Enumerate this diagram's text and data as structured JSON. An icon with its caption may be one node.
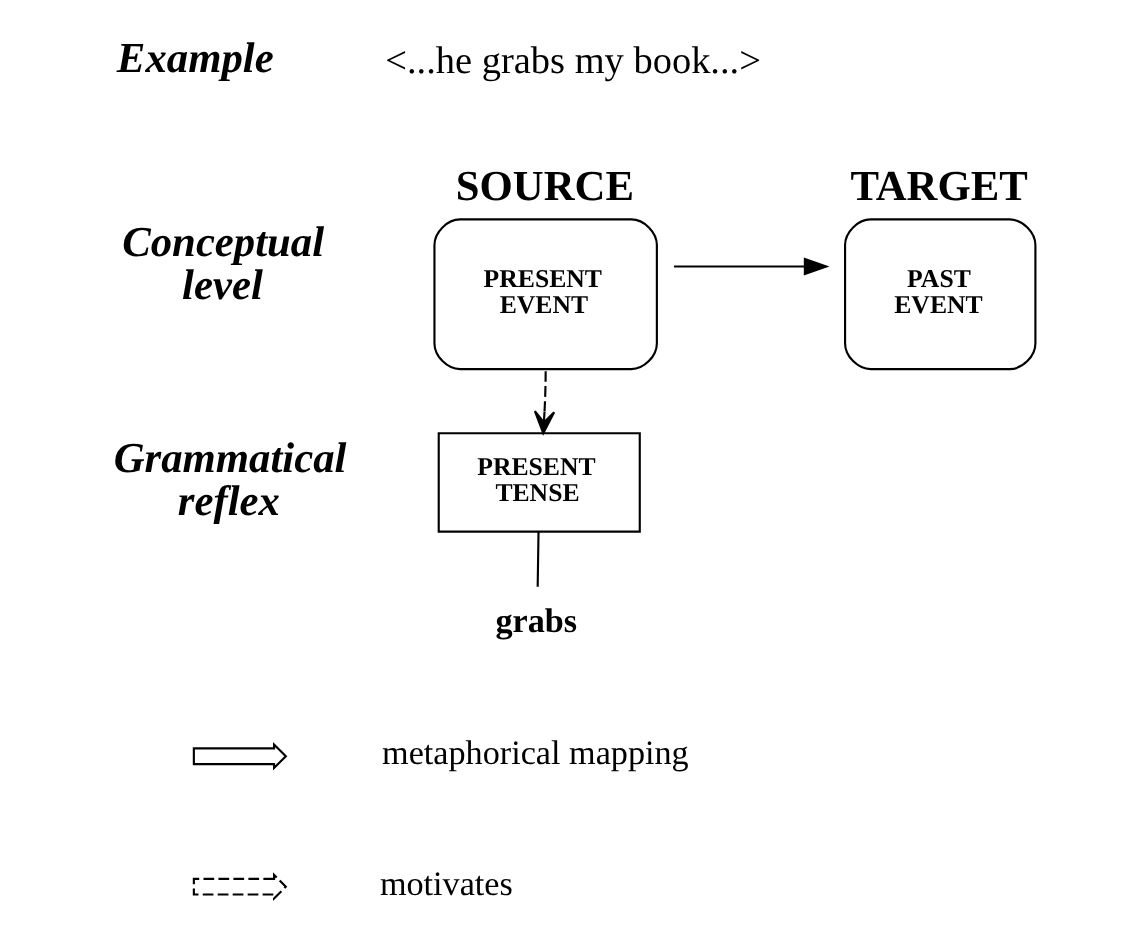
{
  "diagram": {
    "nodes": [
      {
        "text": [
          "SOURCE",
          "PRESENT EVENT"
        ]
      },
      {
        "text": [
          "TARGET",
          "PAST EVENT"
        ]
      },
      {
        "text": [
          "PRESENT TENSE"
        ]
      },
      {
        "text": [
          "grabs"
        ]
      }
    ],
    "edges": [
      {
        "from": 0,
        "to": 1,
        "arrow": "to"
      },
      {
        "from": 0,
        "to": 2,
        "arrow": "to",
        "style": "dashed"
      },
      {
        "from": 2,
        "to": 3,
        "arrow": "none"
      }
    ],
    "labels": [
      "Example",
      "<...he grabs my book...>",
      "Conceptual level",
      "Grammatical reflex"
    ],
    "legend": [
      {
        "text": "metaphorical mapping"
      },
      {
        "text": "motivates"
      }
    ]
  }
}
